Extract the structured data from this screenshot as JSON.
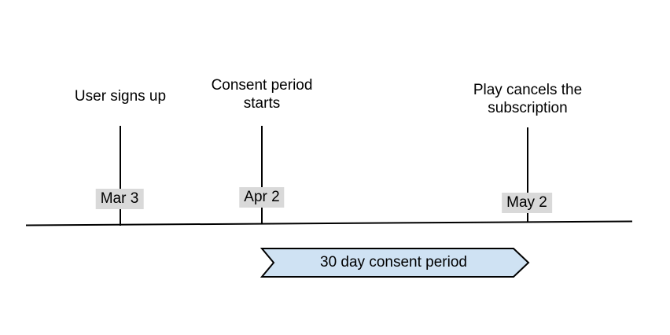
{
  "timeline": {
    "background": "#ffffff",
    "line_color": "#000000",
    "date_badge_bg": "#d9d9d9",
    "events": [
      {
        "label": "User signs up",
        "date": "Mar 3"
      },
      {
        "label": "Consent period\nstarts",
        "date": "Apr 2"
      },
      {
        "label": "Play cancels the\nsubscription",
        "date": "May 2"
      }
    ],
    "period_arrow": {
      "label": "30 day consent period",
      "fill": "#cfe2f3",
      "border": "#000000"
    }
  }
}
